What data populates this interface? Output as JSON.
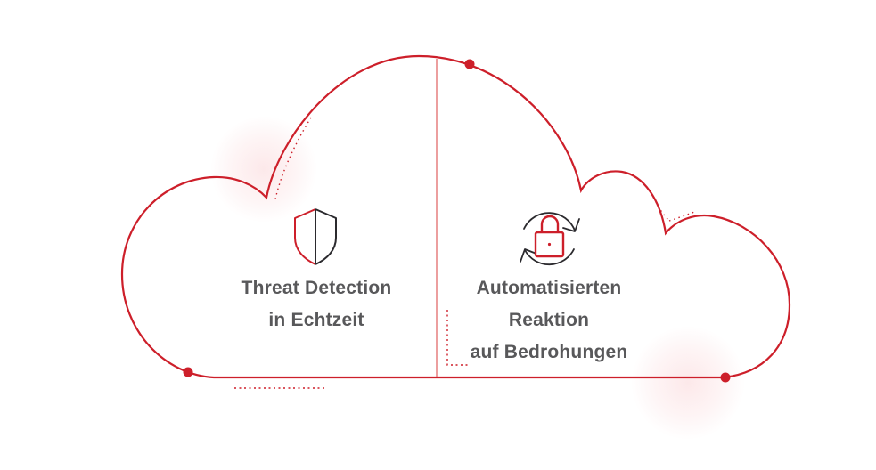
{
  "diagram": {
    "shape": "cloud-outline split into two halves by a vertical divider",
    "left_section": {
      "icon": "shield-icon",
      "line1": "Threat Detection",
      "line2": "in Echtzeit"
    },
    "right_section": {
      "icon": "sync-lock-icon",
      "line1": "Automatisierten",
      "line2": "Reaktion",
      "line3": "auf Bedrohungen"
    },
    "markers": {
      "top_dot": "on top arc right of divider",
      "bottom_left_dot": "on lower-left arc",
      "bottom_right_dot": "on bottom line right end"
    },
    "colors": {
      "accent_red": "#cd1f2a",
      "divider_red": "#e26b6b",
      "icon_dark": "#2b2a2e",
      "text_gray": "#58585a",
      "glow_pink": "rgba(235,80,90,0.10)",
      "background": "#ffffff"
    }
  }
}
